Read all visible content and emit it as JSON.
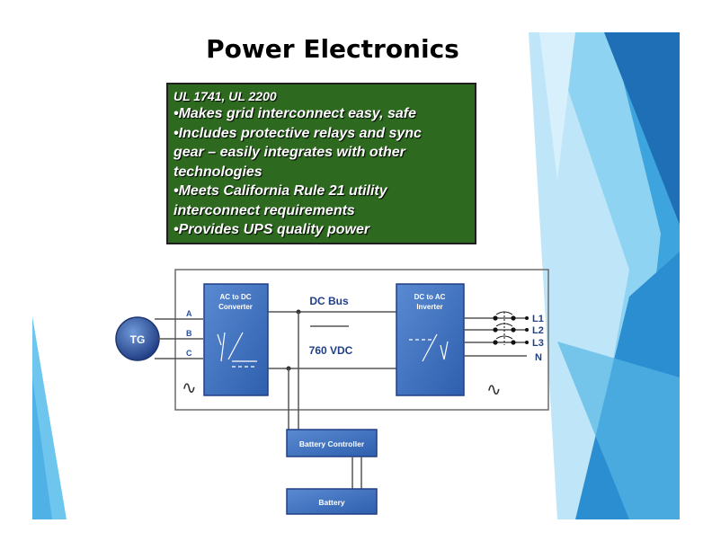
{
  "slide": {
    "title": "Power Electronics",
    "box_header": "UL 1741, UL 2200",
    "box_lines": [
      "•Makes grid interconnect easy, safe",
      "•Includes protective relays and sync",
      "gear – easily integrates with other",
      "technologies",
      "•Meets California Rule 21 utility",
      "interconnect requirements",
      "•Provides UPS quality power"
    ],
    "box_color": "#2d6a1f"
  },
  "diagram": {
    "generator": "TG",
    "phases": [
      "A",
      "B",
      "C"
    ],
    "ac_dc_label": [
      "AC to DC",
      "Converter"
    ],
    "dc_ac_label": [
      "DC to AC",
      "Inverter"
    ],
    "dc_bus": "DC Bus",
    "dc_voltage": "760 VDC",
    "outputs": [
      "L1",
      "L2",
      "L3",
      "N"
    ],
    "battery_controller": "Battery Controller",
    "battery": "Battery",
    "wave_symbol": "∿",
    "block_color": "#3f74bf"
  }
}
